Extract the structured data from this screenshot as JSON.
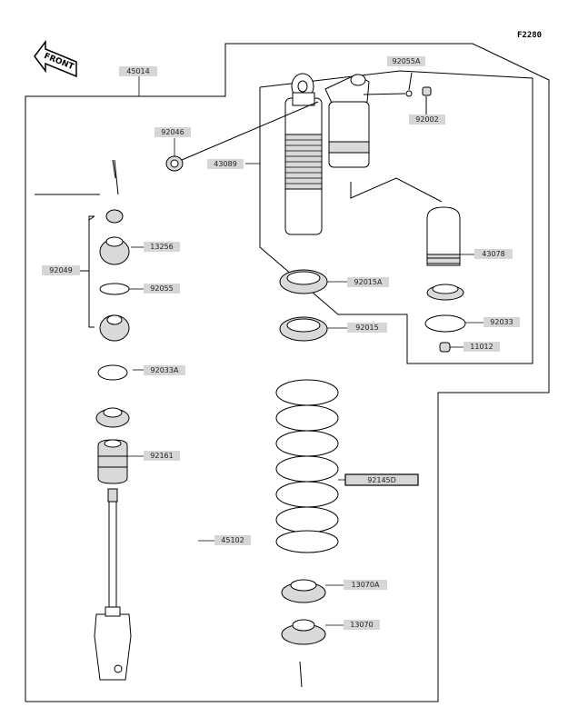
{
  "figure_code": "F2280",
  "front_label": "FRONT",
  "part_labels": [
    {
      "id": "45014",
      "text": "45014"
    },
    {
      "id": "92055A",
      "text": "92055A"
    },
    {
      "id": "92002",
      "text": "92002"
    },
    {
      "id": "92046",
      "text": "92046"
    },
    {
      "id": "43089",
      "text": "43089"
    },
    {
      "id": "43078",
      "text": "43078"
    },
    {
      "id": "13256",
      "text": "13256"
    },
    {
      "id": "92049",
      "text": "92049"
    },
    {
      "id": "92055",
      "text": "92055"
    },
    {
      "id": "92015A",
      "text": "92015A"
    },
    {
      "id": "92015",
      "text": "92015"
    },
    {
      "id": "92033",
      "text": "92033"
    },
    {
      "id": "11012",
      "text": "11012"
    },
    {
      "id": "92033A",
      "text": "92033A"
    },
    {
      "id": "92161",
      "text": "92161"
    },
    {
      "id": "92145D",
      "text": "92145D"
    },
    {
      "id": "45102",
      "text": "45102"
    },
    {
      "id": "13070A",
      "text": "13070A"
    },
    {
      "id": "13070",
      "text": "13070"
    }
  ],
  "highlighted_label": "92145D"
}
